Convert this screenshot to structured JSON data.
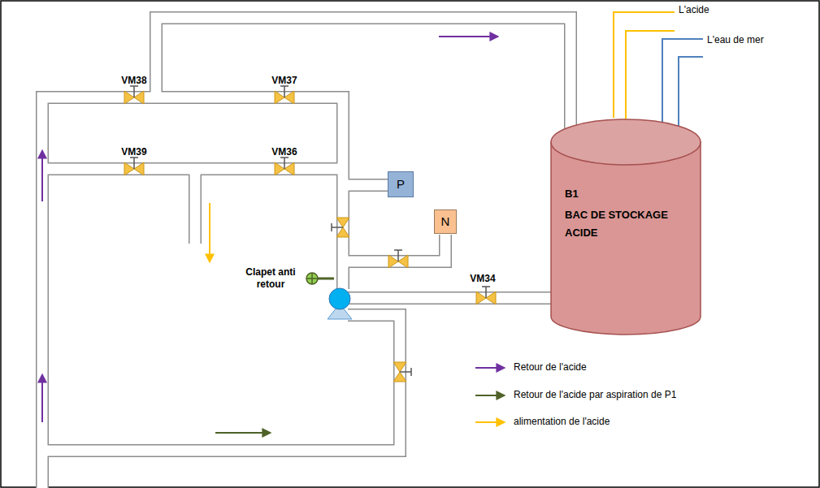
{
  "diagram": {
    "nodes": [
      {
        "text": [
          "P"
        ]
      },
      {
        "text": [
          "N"
        ]
      },
      {
        "text": [
          "B1",
          "BAC DE STOCKAGE ACIDE"
        ]
      }
    ],
    "labels": [
      "VM38",
      "VM37",
      "VM39",
      "VM36",
      "VM34",
      "Clapet anti retour",
      "L'acide",
      "L'eau de mer"
    ],
    "legend": [
      {
        "text": "Retour de l'acide"
      },
      {
        "text": "Retour de l'acide par aspiration de P1"
      },
      {
        "text": "alimentation de l'acide"
      }
    ]
  }
}
